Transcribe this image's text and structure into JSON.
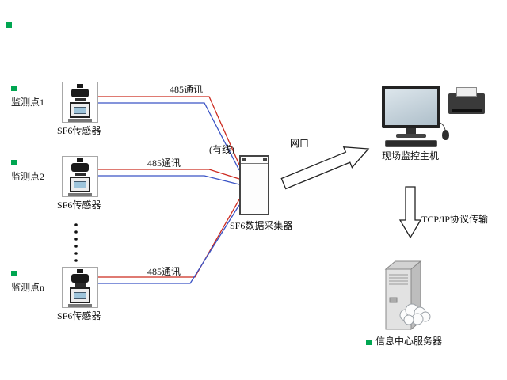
{
  "colors": {
    "wire_red": "#cc2a1f",
    "wire_blue": "#3a53c5",
    "marker_green": "#00a651"
  },
  "points": [
    {
      "label": "监测点1",
      "sensor_label": "SF6传感器",
      "comm_label": "485通讯"
    },
    {
      "label": "监测点2",
      "sensor_label": "SF6传感器",
      "comm_label": "485通讯"
    },
    {
      "label": "监测点n",
      "sensor_label": "SF6传感器",
      "comm_label": "485通讯"
    }
  ],
  "collector": {
    "label": "SF6数据采集器",
    "wired_note": "(有线)"
  },
  "network": {
    "port_label": "网口",
    "protocol_label": "TCP/IP协议传输"
  },
  "host": {
    "label": "现场监控主机"
  },
  "server": {
    "label": "信息中心服务器"
  }
}
